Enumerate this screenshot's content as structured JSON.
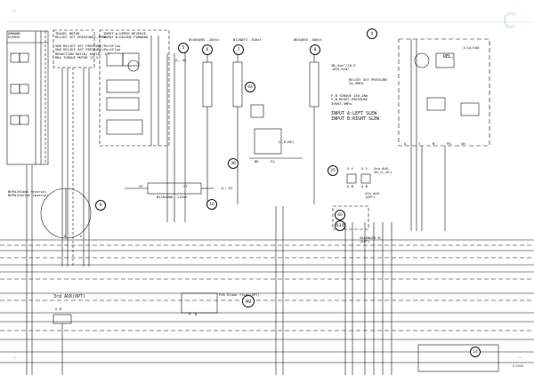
{
  "logo": {
    "glyph": "C",
    "colour": "#cfe6f3"
  },
  "labels": {
    "command_reverse": "OMMAND\nEVERSE",
    "travel_motor": "TRAVEL MOTOR\nRELIEF SET PRESSURE2.1MPa",
    "input_upper": "INPUT A:UPPER REVERSE\nINPUT B:DELENE FORWARD",
    "small_spec": "SB6 RELIEF SET PRESSURE/PortFlow\nSB6 RELIEF SET PRESSURE/PortFlow\nREDUCTION RATIO/ RATIO, 1 T\nMAX TORQUE MOTOR 13.3",
    "hose_5_val": "(L, H)",
    "pipe_6": "Ø105xØ65 -205st",
    "pipe_7": "Ø120Ø75 -920st",
    "pipe_8": "Ø65xØ35 -000st",
    "pump_spec": "3B,4cm³/18,9\n-Ø25,5cm³",
    "relief": "RELIEF SET PRESSURE\n24,5MPa",
    "torque": "P,B TORQUE 160,2Nm\nP,B RESET PRESSURE\n3VKHZ,5MPa",
    "slew": "INPUT A:LEFT SLEW\nINPUT B:RIGHT SLEW",
    "slew_unit": "i=14/100",
    "rel_label": "REL.",
    "pressure_val": "(L,0,Nh)",
    "dr_pl": "DR      PL",
    "cp_ct": "CP                    CT",
    "cyl_spec": "Ø110xØ60 -115st",
    "hose_10_val": "(L, H)",
    "aux2": "2nd AUX,\n20,(L,ml)",
    "aux4": "4th AUX\n(OPT)",
    "solenoid": "SOLENOID B,\n(OPT)",
    "aux3": "3rd AUX(OPT)",
    "blade": "FOR Blade float(OPT)",
    "left_note": "BHPa(Blade reverse)\nBHPa(Outlet reverse)",
    "xy_a": "X Y",
    "xy_b": "X Y",
    "a_b_1": "A B",
    "a_b_2": "A B",
    "a_b_3": "A B",
    "ports_pump": "A      T      B      PG     SH",
    "port_g": "G",
    "port_e": "E",
    "port_pb": "P  B",
    "page_number": "0-0000"
  },
  "bubbles": {
    "b4": "4",
    "b5": "5",
    "b6": "6",
    "b7": "7",
    "b8": "8",
    "b9": "9",
    "b10": "10",
    "b14": "14",
    "b25": "25",
    "b38": "38",
    "b40": "40",
    "b44": "44",
    "b49": "49",
    "b634": "634"
  }
}
